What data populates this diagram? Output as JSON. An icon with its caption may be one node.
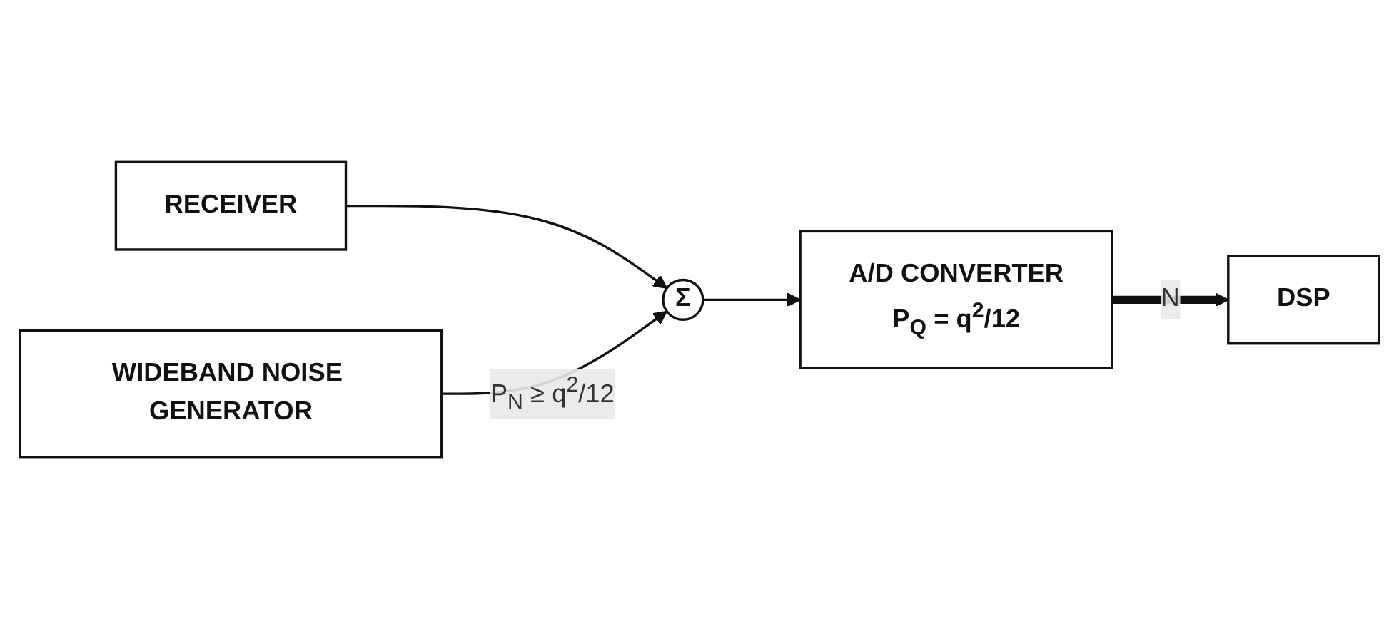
{
  "diagram": {
    "nodes": [
      {
        "text": [
          "RECEIVER"
        ]
      },
      {
        "text": [
          "Σ"
        ]
      },
      {
        "text": [
          "A/D CONVERTER",
          "P$_{Q}$ = q$^{2}$/12"
        ]
      },
      {
        "text": [
          "DSP"
        ]
      },
      {
        "text": [
          "WIDEBAND NOISE GENERATOR"
        ]
      }
    ],
    "edges": [
      {
        "from": 0,
        "to": 1,
        "arrow": "to"
      },
      {
        "from": 1,
        "to": 2,
        "arrow": "to"
      },
      {
        "from": 2,
        "to": 3,
        "arrow": "to",
        "label": "N",
        "style": "thick"
      },
      {
        "from": 4,
        "to": 1,
        "arrow": "to",
        "label": "P$_{N}$ ≥ q$^{2}$/12"
      }
    ]
  }
}
